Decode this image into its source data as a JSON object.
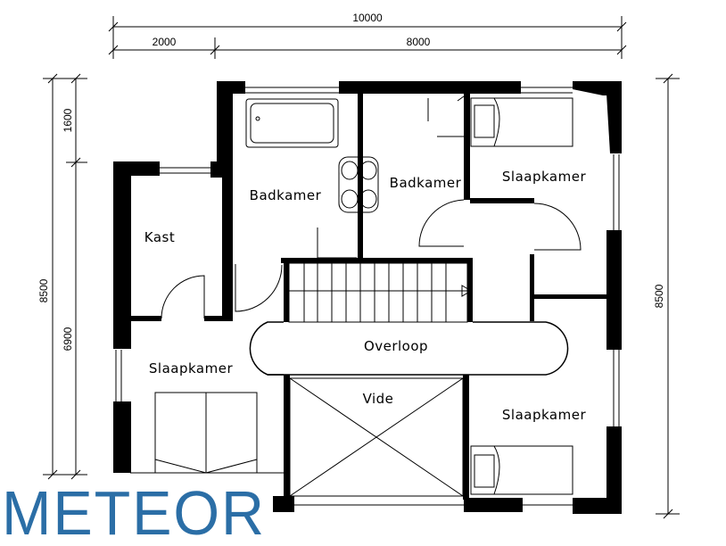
{
  "dimensions": {
    "total_width": "10000",
    "left_width": "2000",
    "right_width": "8000",
    "left_height_total": "8500",
    "left_height_top": "1600",
    "left_height_bottom": "6900",
    "right_height_total": "8500"
  },
  "rooms": {
    "badkamer_1": "Badkamer",
    "badkamer_2": "Badkamer",
    "kast": "Kast",
    "slaapkamer_top": "Slaapkamer",
    "slaapkamer_left": "Slaapkamer",
    "slaapkamer_bottom": "Slaapkamer",
    "overloop": "Overloop",
    "vide": "Vide"
  },
  "logo": {
    "text": "METEOR",
    "color": "#2b6ea6"
  }
}
